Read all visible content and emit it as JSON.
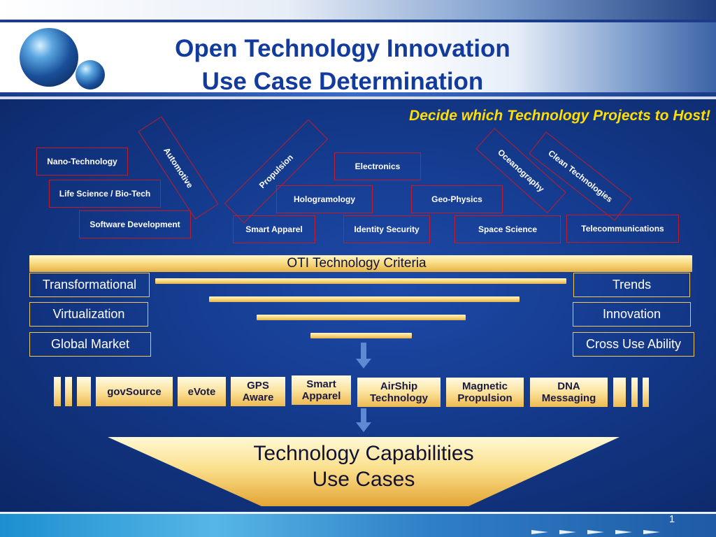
{
  "title": {
    "line1": "Open Technology Innovation",
    "line2": "Use Case Determination"
  },
  "subtitle": "Decide which Technology Projects to Host!",
  "technologies": {
    "nano": "Nano-Technology",
    "life_science": "Life Science / Bio-Tech",
    "software": "Software Development",
    "automotive": "Automotive",
    "propulsion": "Propulsion",
    "electronics": "Electronics",
    "hologramology": "Hologramology",
    "geo_physics": "Geo-Physics",
    "smart_apparel": "Smart Apparel",
    "identity_security": "Identity Security",
    "space_science": "Space Science",
    "oceanography": "Oceanography",
    "clean_tech": "Clean Technologies",
    "telecom": "Telecommunications"
  },
  "criteria": {
    "header": "OTI Technology Criteria",
    "left": [
      "Transformational",
      "Virtualization",
      "Global Market"
    ],
    "right": [
      "Trends",
      "Innovation",
      "Cross Use Ability"
    ]
  },
  "use_cases": [
    {
      "line1": "govSource",
      "line2": ""
    },
    {
      "line1": "eVote",
      "line2": ""
    },
    {
      "line1": "GPS",
      "line2": "Aware"
    },
    {
      "line1": "Smart",
      "line2": "Apparel"
    },
    {
      "line1": "AirShip",
      "line2": "Technology"
    },
    {
      "line1": "Magnetic",
      "line2": "Propulsion"
    },
    {
      "line1": "DNA",
      "line2": "Messaging"
    }
  ],
  "capabilities": {
    "line1": "Technology Capabilities",
    "line2": "Use Cases"
  },
  "page_number": "1",
  "colors": {
    "title": "#123b9b",
    "subtitle": "#ffde00",
    "box_border": "#c01c2c",
    "gold": "#f9dc86",
    "background": "#143a8c"
  }
}
